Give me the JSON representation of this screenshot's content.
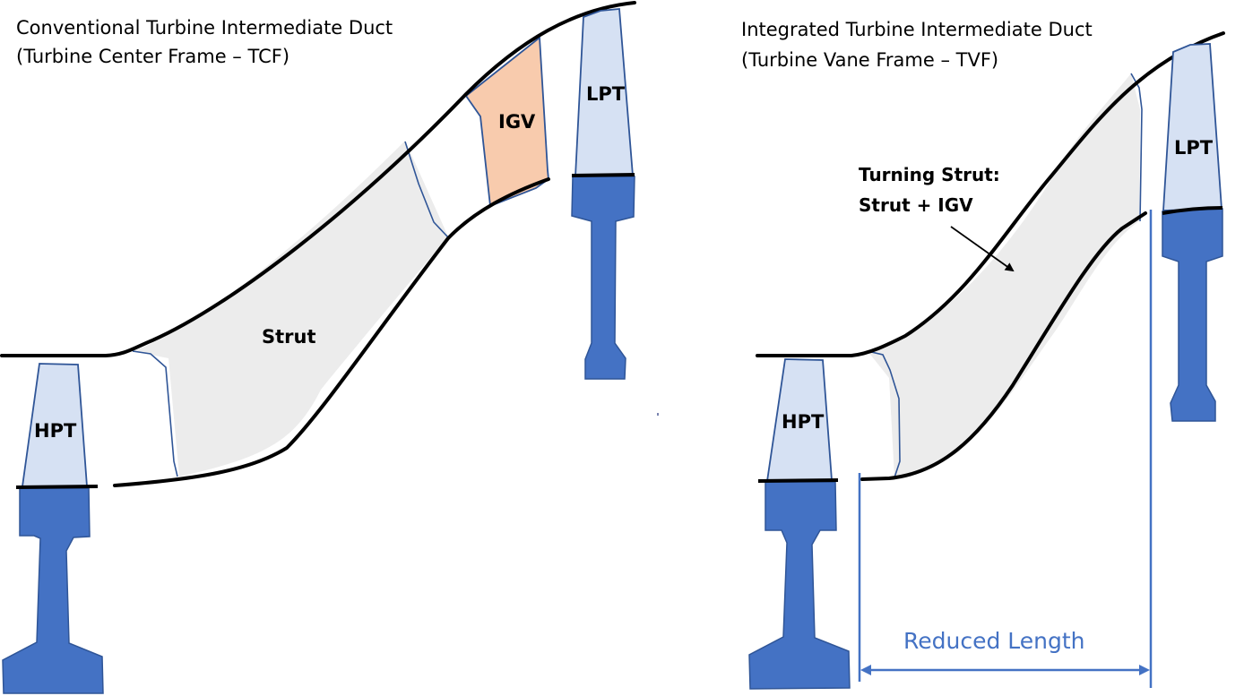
{
  "colors": {
    "blade_fill": "#d6e1f3",
    "disk_fill": "#4472c4",
    "outline_blue": "#2f5597",
    "strut_fill": "#ececec",
    "igv_fill": "#f8cbad",
    "dimension_blue": "#4472c4",
    "wall": "#000000"
  },
  "left_panel": {
    "title_line1": "Conventional Turbine Intermediate Duct",
    "title_line2": "(Turbine Center Frame – TCF)",
    "hpt_label": "HPT",
    "lpt_label": "LPT",
    "strut_label": "Strut",
    "igv_label": "IGV"
  },
  "right_panel": {
    "title_line1": "Integrated Turbine Intermediate Duct",
    "title_line2": "(Turbine Vane Frame – TVF)",
    "hpt_label": "HPT",
    "lpt_label": "LPT",
    "annotation_line1": "Turning Strut:",
    "annotation_line2": "Strut + IGV",
    "dimension_label": "Reduced Length"
  }
}
